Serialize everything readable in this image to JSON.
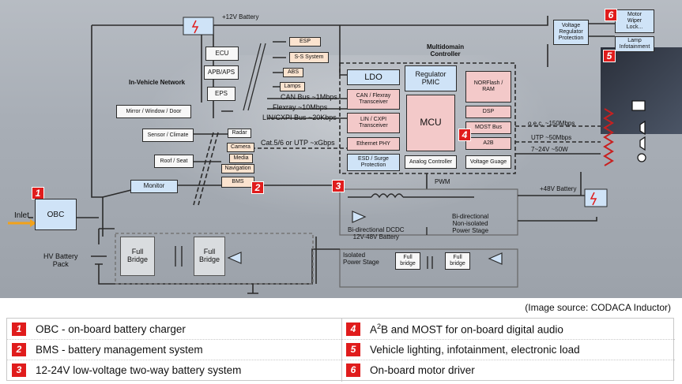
{
  "diagram": {
    "battery_12v": "+12V Battery",
    "battery_48v": "+48V Battery",
    "inlet": "Inlet",
    "obc": "OBC",
    "hv_battery_pack": "HV Battery\nPack",
    "full_bridge": "Full\nBridge",
    "in_vehicle_network": "In-Vehicle Network",
    "multidomain_controller": "Multidomain\nController",
    "ecu": "ECU",
    "apb_aps": "APB/APS",
    "eps": "EPS",
    "esp": "ESP",
    "ss_system": "S-S System",
    "abs": "ABS",
    "lamps": "Lamps",
    "mirror_window_door": "Mirror / Window / Door",
    "sensor_climate": "Sensor / Climate",
    "roof_seat": "Roof / Seat",
    "radar": "Radar",
    "camera": "Camera",
    "media": "Media",
    "navigation": "Navigation",
    "bms": "BMS",
    "monitor": "Monitor",
    "can_bus": "CAN Bus ~1Mbps",
    "flexray": "Flexray ~10Mbps",
    "lin_bus": "LIN/CXPI Bus ~20Kbps",
    "cat_utp": "Cat.5/6 or UTP ~xGbps",
    "ldo": "LDO",
    "can_transceiver": "CAN / Flexray\nTransceiver",
    "lin_transceiver": "LIN / CXPI\nTransceiver",
    "ethernet_phy": "Ethernet PHY",
    "esd_protection": "ESD / Surge\nProtection",
    "regulator_pmic": "Regulator\nPMIC",
    "mcu": "MCU",
    "analog_controller": "Analog Controller",
    "norflash_ram": "NORFlash /\nRAM",
    "dsp": "DSP",
    "most_bus": "MOST Bus",
    "a2b": "A2B",
    "voltage_guage": "Voltage Guage",
    "pwm": "PWM",
    "voltage_regulator_protection": "Voltage\nRegulator\nProtection",
    "motor_wiper_lock": "Motor\nWiper\nLock...",
    "lamp_infotainment": "Lamp\nInfotainment",
    "oec_speed": "o.e.c. ~150Mbps",
    "utp_speed": "UTP ~50Mbps",
    "power_range": "7~24V ~50W",
    "bidirectional_dcdc": "Bi-directional DCDC\n12V-48V Battery",
    "non_isolated_stage": "Bi-directional\nNon-isolated\nPower Stage",
    "isolated_stage": "Isolated\nPower Stage",
    "full_bridge_small": "Full\nbridge",
    "badges": [
      "1",
      "2",
      "3",
      "4",
      "5",
      "6"
    ]
  },
  "source": "(Image source: CODACA Inductor)",
  "legend": [
    {
      "num": "1",
      "text": "OBC - on-board battery charger"
    },
    {
      "num": "2",
      "text": "BMS - battery management system"
    },
    {
      "num": "3",
      "text": "12-24V low-voltage two-way battery system"
    },
    {
      "num": "4",
      "text_pre": "A",
      "text_sup": "2",
      "text_post": "B and MOST for on-board digital audio"
    },
    {
      "num": "5",
      "text": "Vehicle lighting, infotainment, electronic load"
    },
    {
      "num": "6",
      "text": "On-board motor driver"
    }
  ],
  "colors": {
    "badge": "#e01c1c",
    "block_blue": "#cfe3f7",
    "block_pink": "#f3c9c9",
    "block_peach": "#fbe3cf"
  }
}
